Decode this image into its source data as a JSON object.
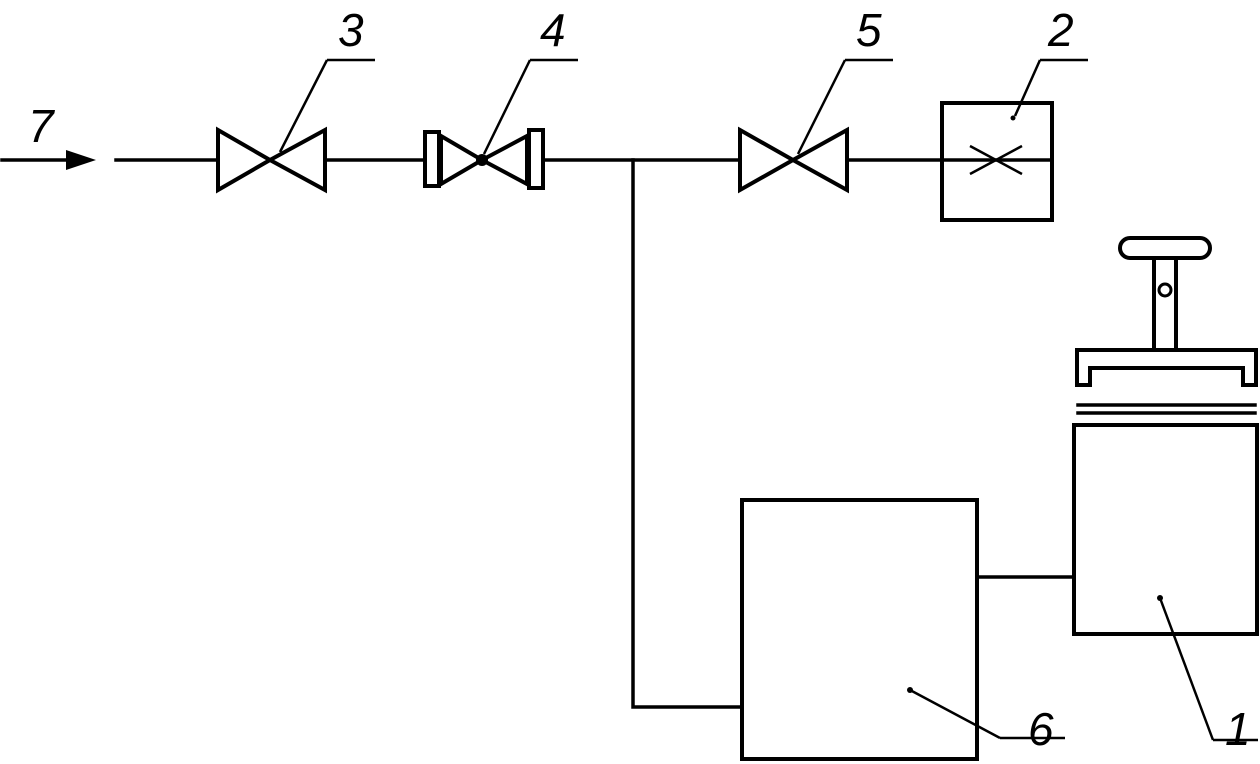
{
  "labels": {
    "flow_inlet": "7",
    "valve_left": "3",
    "check_valve": "4",
    "valve_right": "5",
    "restrictor_box": "2",
    "press_unit": "1",
    "vessel": "6"
  }
}
